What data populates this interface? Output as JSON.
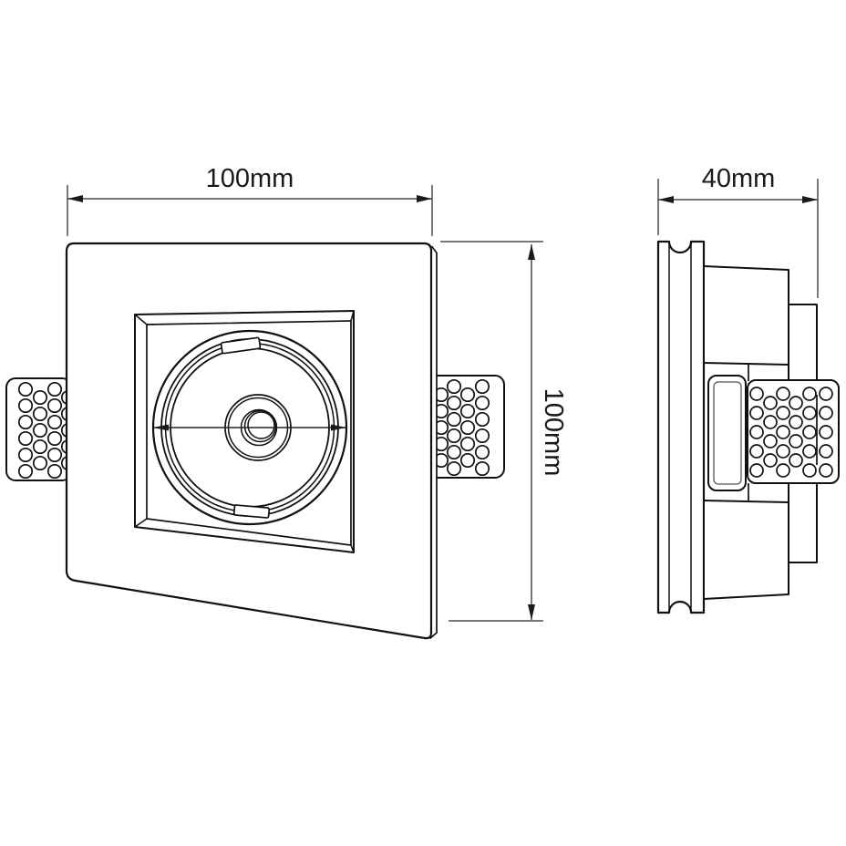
{
  "labels": {
    "front_width": "100mm",
    "front_height": "100mm",
    "side_depth": "40mm"
  },
  "colors": {
    "background": "#ffffff",
    "outline": "#111111",
    "dimension_line": "#4d4d4d",
    "arrowhead": "#1a1a1a",
    "label_text": "#1a1a1a"
  }
}
